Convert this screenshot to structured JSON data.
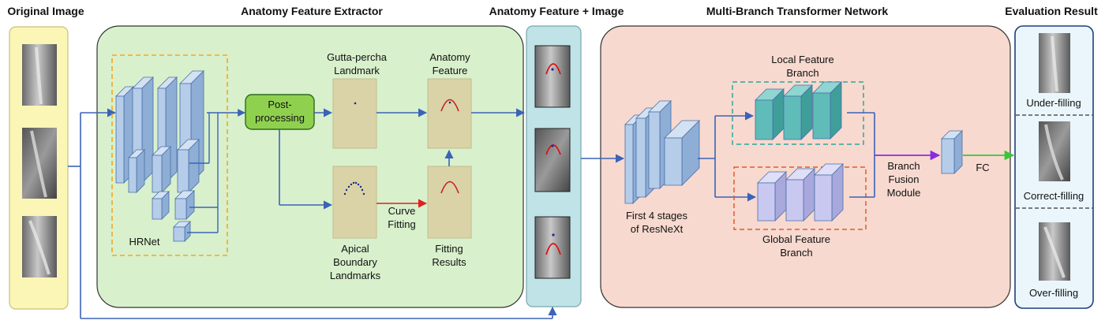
{
  "headers": {
    "original_image": "Original Image",
    "anatomy_extractor": "Anatomy Feature Extractor",
    "anatomy_plus_image": "Anatomy Feature + Image",
    "transformer_network": "Multi-Branch Transformer Network",
    "evaluation_result": "Evaluation Result"
  },
  "extractor": {
    "hrnet": "HRNet",
    "post_processing_line1": "Post-",
    "post_processing_line2": "processing",
    "gutta_line1": "Gutta-percha",
    "gutta_line2": "Landmark",
    "anatomy_line1": "Anatomy",
    "anatomy_line2": "Feature",
    "curve_line1": "Curve",
    "curve_line2": "Fitting",
    "apical_line1": "Apical",
    "apical_line2": "Boundary",
    "apical_line3": "Landmarks",
    "fitting_line1": "Fitting",
    "fitting_line2": "Results"
  },
  "network": {
    "resnext_line1": "First 4 stages",
    "resnext_line2": "of ResNeXt",
    "local_line1": "Local Feature",
    "local_line2": "Branch",
    "global_line1": "Global Feature",
    "global_line2": "Branch",
    "fusion_line1": "Branch",
    "fusion_line2": "Fusion",
    "fusion_line3": "Module",
    "fc": "FC"
  },
  "results": {
    "under": "Under-filling",
    "correct": "Correct-filling",
    "over": "Over-filling"
  },
  "colors": {
    "original_panel": "#fbf5b6",
    "extractor_panel": "#d8f0cc",
    "combined_panel": "#bfe3e6",
    "network_panel": "#f7d9cf",
    "result_panel": "#eaf6fb",
    "arrow_blue": "#3b63b7",
    "curve_red": "#e02020",
    "fusion_purple": "#8a2be2",
    "fc_green": "#39c639",
    "postproc_green": "#8fd14f",
    "hrnet_dash": "#f5a623",
    "local_dash": "#2aa7a0",
    "global_dash": "#e25a2b"
  }
}
